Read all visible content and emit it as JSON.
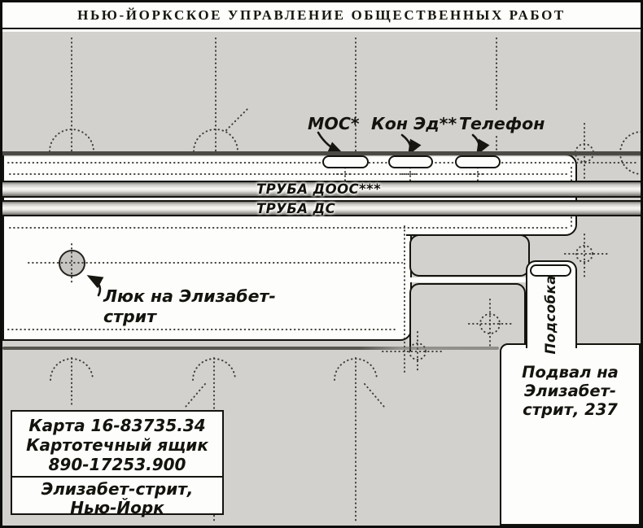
{
  "title": "НЬЮ-ЙОРКСКОЕ УПРАВЛЕНИЕ ОБЩЕСТВЕННЫХ РАБОТ",
  "street_labels": {
    "mos": "МОС*",
    "con_ed": "Кон Эд**",
    "telephone": "Телефон"
  },
  "pipes": {
    "doos": "ТРУБА ДООС***",
    "ds": "ТРУБА ДС"
  },
  "manhole": {
    "label_line1": "Люк на Элизабет-",
    "label_line2": "стрит"
  },
  "utility_room": {
    "label": "Подсобка"
  },
  "basement": {
    "line1": "Подвал на",
    "line2": "Элизабет-",
    "line3": "стрит, 237"
  },
  "info_box": {
    "map_number": "Карта 16-83735.34",
    "file_box_label": "Картотечный ящик",
    "file_box_number": "890-17253.900",
    "street": "Элизабет-стрит,",
    "city": "Нью-Йорк"
  },
  "colors": {
    "street_gray": "#d2d1cd",
    "paper_white": "#fdfdfb",
    "ink_black": "#14130e",
    "curb_dark": "#4b4a45"
  }
}
